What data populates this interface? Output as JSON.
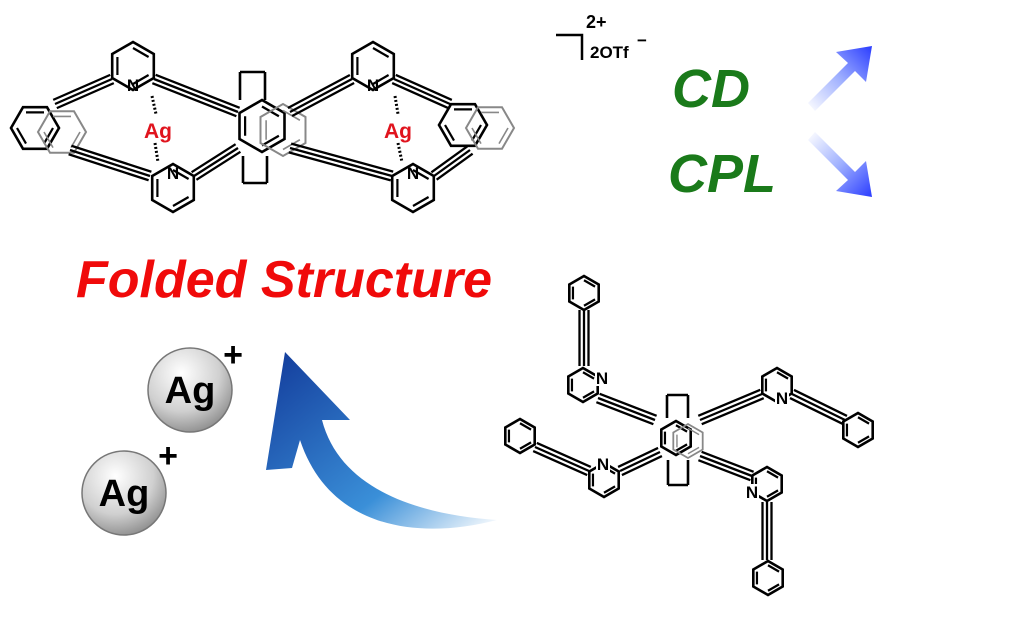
{
  "complex": {
    "atom_N": "N",
    "atom_Ag": "Ag",
    "charge": "2+",
    "counterion": "2OTf",
    "counterion_charge": "−"
  },
  "properties": {
    "cd_label": "CD",
    "cpl_label": "CPL"
  },
  "folded_label": "Folded Structure",
  "silver_ions": [
    {
      "symbol": "Ag",
      "charge": "+"
    },
    {
      "symbol": "Ag",
      "charge": "+"
    }
  ],
  "ligand": {
    "atom_N": "N"
  },
  "colors": {
    "ag_red": "#e0141e",
    "green": "#1a7a1a",
    "title_red": "#f00a0a",
    "arrow_blue": "#1e5bd0"
  }
}
